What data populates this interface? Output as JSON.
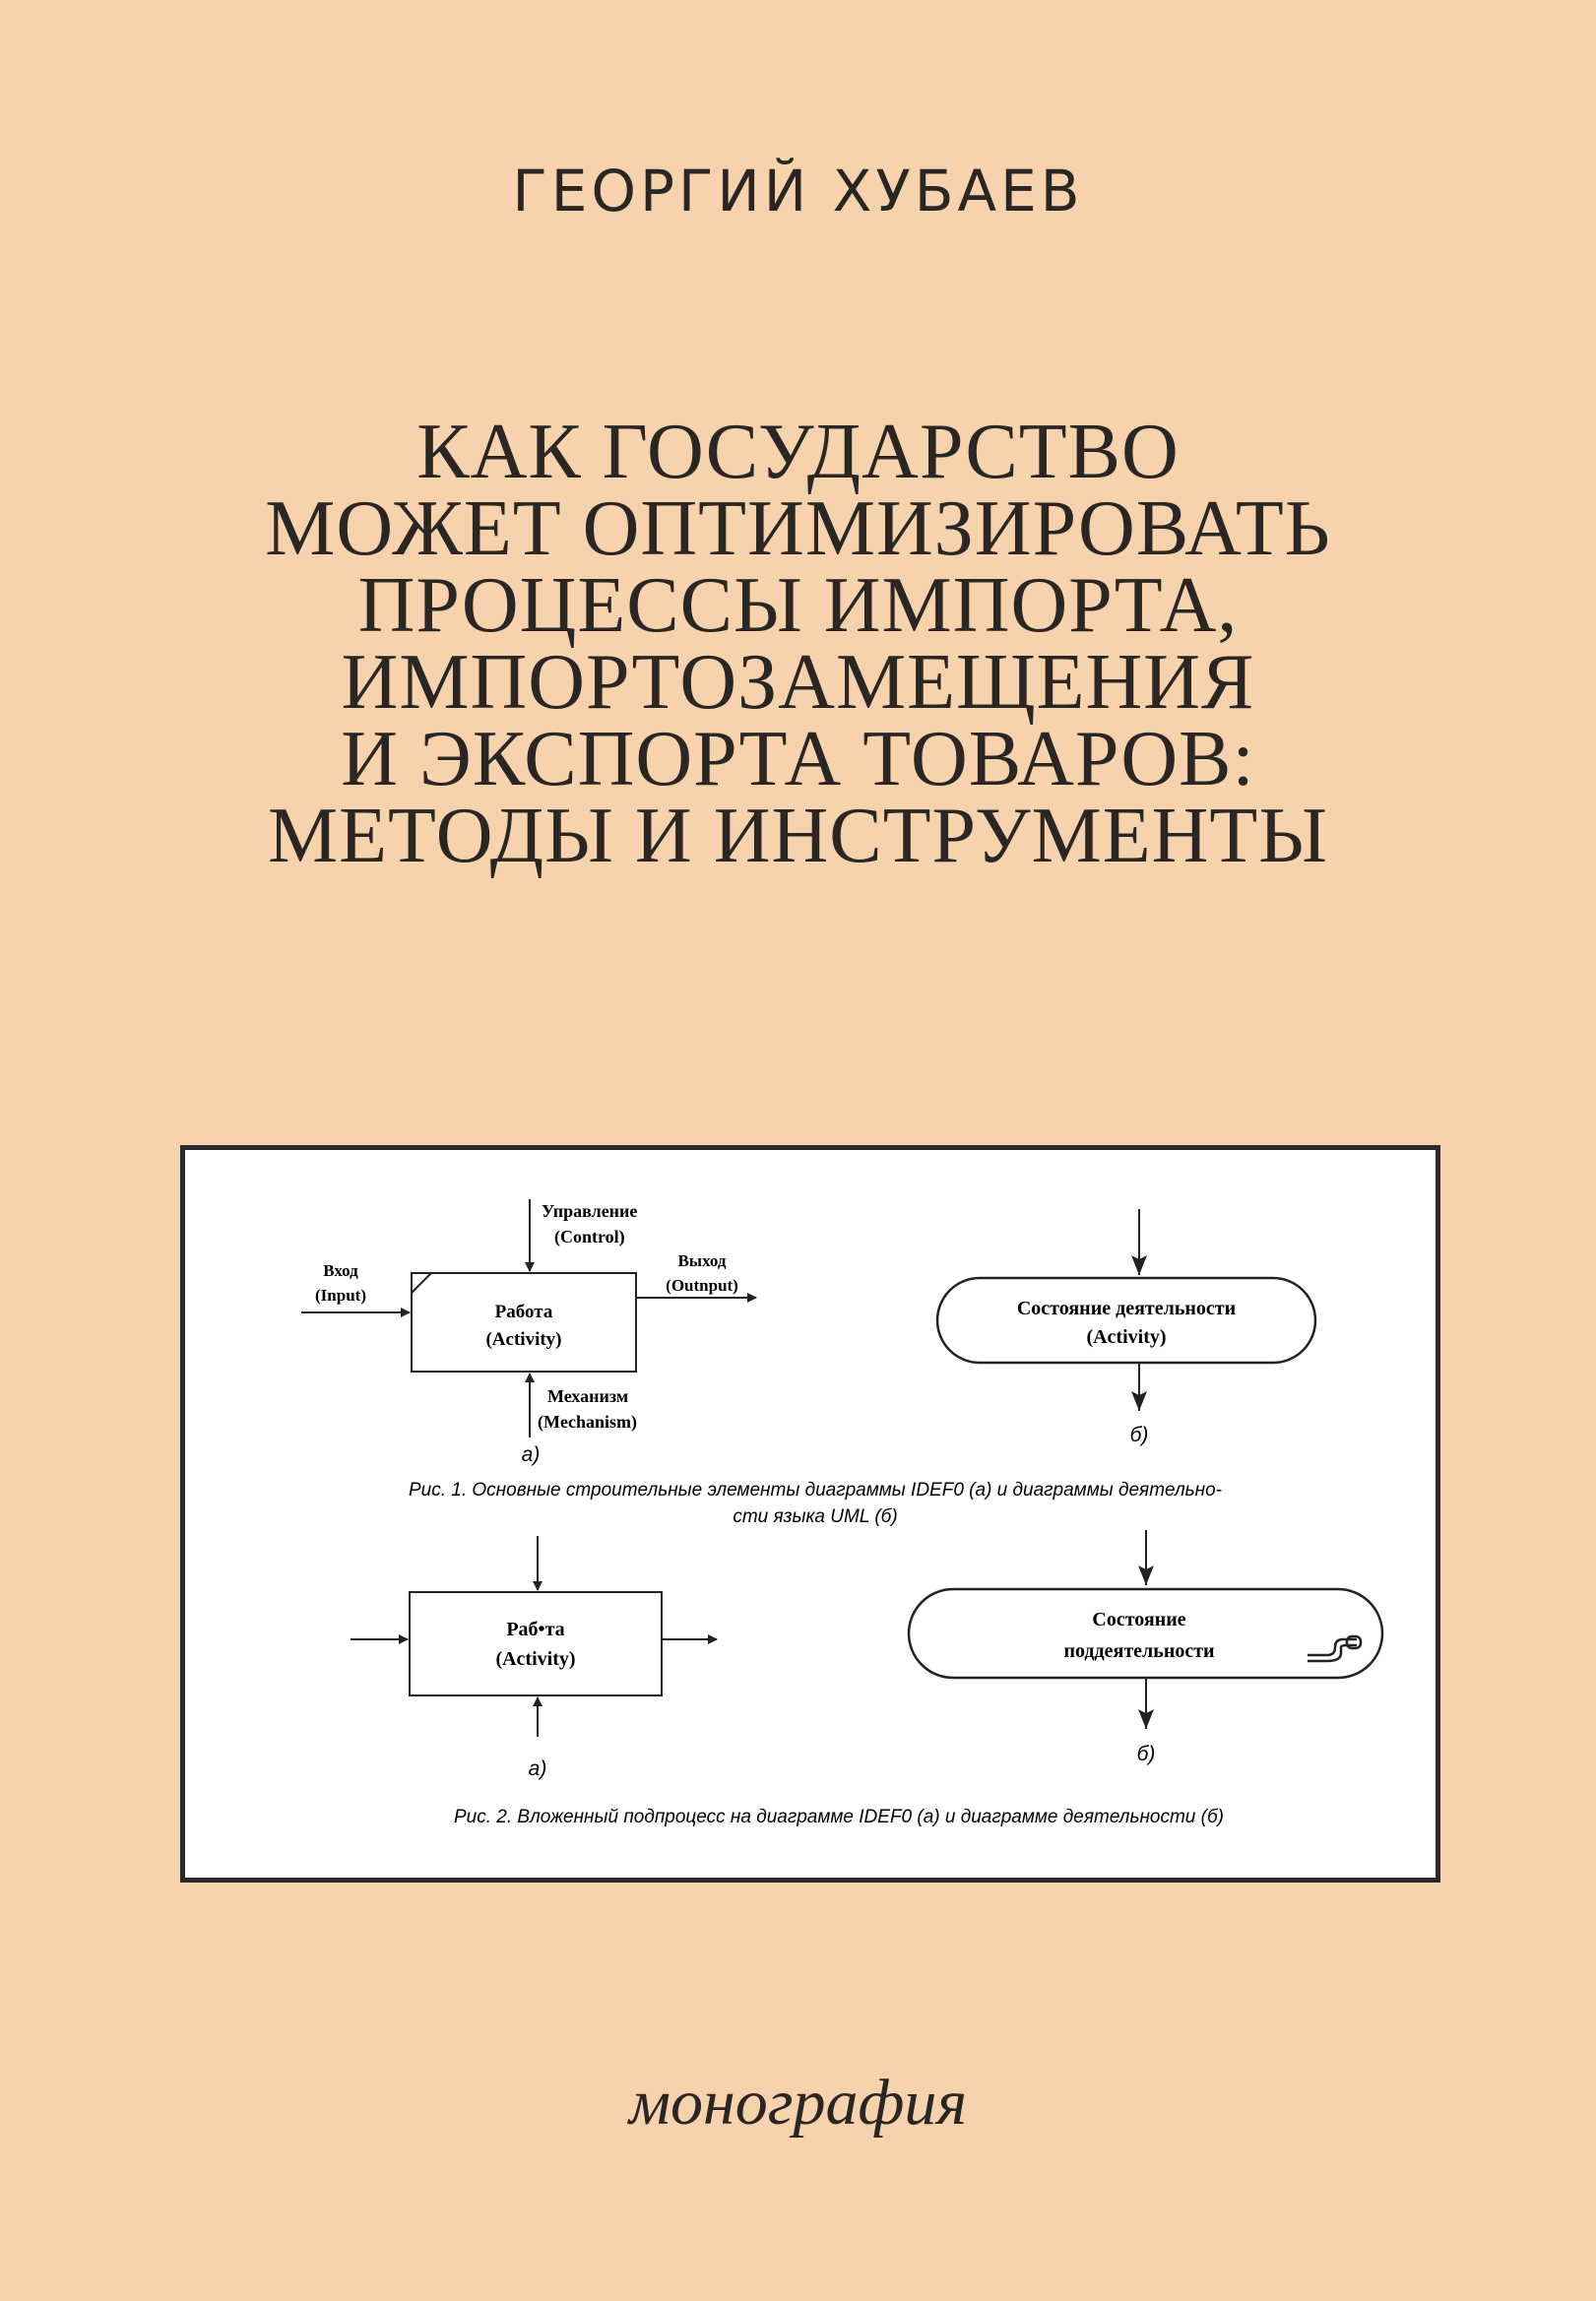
{
  "author": "ГЕОРГИЙ ХУБАЕВ",
  "title_lines": [
    "КАК ГОСУДАРСТВО",
    "МОЖЕТ ОПТИМИЗИРОВАТЬ",
    "ПРОЦЕССЫ ИМПОРТА,",
    "ИМПОРТОЗАМЕЩЕНИЯ",
    "И ЭКСПОРТА ТОВАРОВ:",
    "МЕТОДЫ И ИНСТРУМЕНТЫ"
  ],
  "figure": {
    "fig1": {
      "control": [
        "Управление",
        "(Control)"
      ],
      "input": [
        "Вход",
        "(Input)"
      ],
      "output": [
        "Выход",
        "(Outnput)"
      ],
      "activity": [
        "Работа",
        "(Activity)"
      ],
      "mechanism": [
        "Механизм",
        "(Mechanism)"
      ],
      "label_a": "а)",
      "state": [
        "Состояние деятельности",
        "(Activity)"
      ],
      "label_b": "б)",
      "caption": [
        "Рис. 1. Основные строительные элементы диаграммы IDEF0 (а) и диаграммы деятельно-",
        "сти языка UML (б)"
      ]
    },
    "fig2": {
      "activity": [
        "Раб•та",
        "(Activity)"
      ],
      "label_a": "а)",
      "state": [
        "Состояние",
        "поддеятельности"
      ],
      "label_b": "б)",
      "caption": "Рис. 2. Вложенный подпроцесс на диаграмме IDEF0 (а) и диаграмме деятельности (б)"
    }
  },
  "genre": "монография",
  "colors": {
    "background": "#f7d3ad",
    "text": "#2a2623",
    "figure_bg": "#ffffff"
  }
}
